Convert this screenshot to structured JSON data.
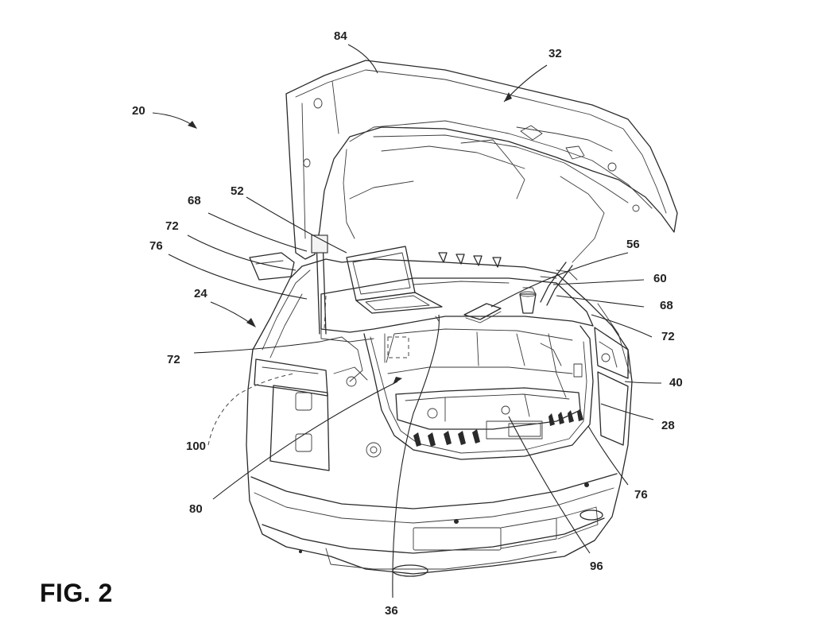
{
  "figure": {
    "title": "FIG. 2"
  },
  "reference_numerals": [
    {
      "id": "n84",
      "text": "84"
    },
    {
      "id": "n32",
      "text": "32"
    },
    {
      "id": "n20",
      "text": "20"
    },
    {
      "id": "n68a",
      "text": "68"
    },
    {
      "id": "n52",
      "text": "52"
    },
    {
      "id": "n72a",
      "text": "72"
    },
    {
      "id": "n76a",
      "text": "76"
    },
    {
      "id": "n56",
      "text": "56"
    },
    {
      "id": "n60",
      "text": "60"
    },
    {
      "id": "n68b",
      "text": "68"
    },
    {
      "id": "n24",
      "text": "24"
    },
    {
      "id": "n72b",
      "text": "72"
    },
    {
      "id": "n72c",
      "text": "72"
    },
    {
      "id": "n40",
      "text": "40"
    },
    {
      "id": "n28",
      "text": "28"
    },
    {
      "id": "n100",
      "text": "100"
    },
    {
      "id": "n76b",
      "text": "76"
    },
    {
      "id": "n80",
      "text": "80"
    },
    {
      "id": "n96",
      "text": "96"
    },
    {
      "id": "n36",
      "text": "36"
    }
  ]
}
